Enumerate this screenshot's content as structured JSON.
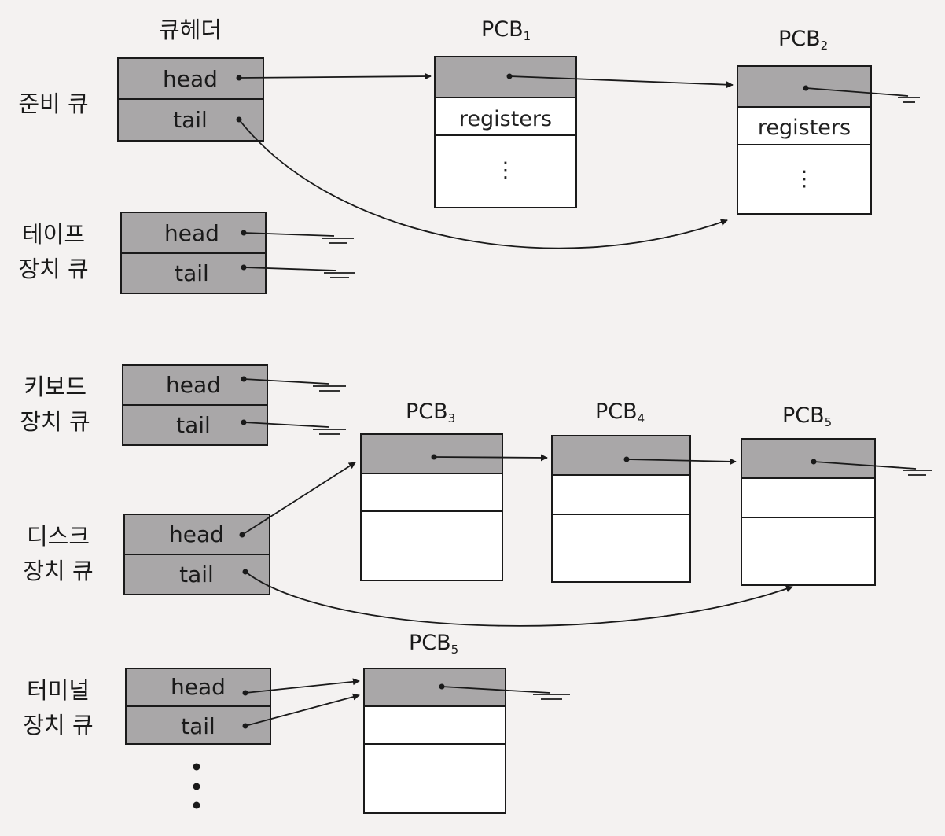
{
  "queue_header_title": "큐헤더",
  "queues": [
    {
      "id": "ready",
      "label_lines": [
        "준비 큐"
      ],
      "head": "head",
      "tail": "tail"
    },
    {
      "id": "tape",
      "label_lines": [
        "테이프",
        "장치 큐"
      ],
      "head": "head",
      "tail": "tail"
    },
    {
      "id": "keyboard",
      "label_lines": [
        "키보드",
        "장치 큐"
      ],
      "head": "head",
      "tail": "tail"
    },
    {
      "id": "disk",
      "label_lines": [
        "디스크",
        "장치 큐"
      ],
      "head": "head",
      "tail": "tail"
    },
    {
      "id": "terminal",
      "label_lines": [
        "터미널",
        "장치 큐"
      ],
      "head": "head",
      "tail": "tail"
    }
  ],
  "pcbs": [
    {
      "id": "pcb1",
      "name": "PCB",
      "sub": "1",
      "registers": "registers"
    },
    {
      "id": "pcb2",
      "name": "PCB",
      "sub": "2",
      "registers": "registers"
    },
    {
      "id": "pcb3",
      "name": "PCB",
      "sub": "3",
      "registers": ""
    },
    {
      "id": "pcb4",
      "name": "PCB",
      "sub": "4",
      "registers": ""
    },
    {
      "id": "pcb5a",
      "name": "PCB",
      "sub": "5",
      "registers": ""
    },
    {
      "id": "pcb5b",
      "name": "PCB",
      "sub": "5",
      "registers": ""
    }
  ],
  "ellipsis": "⋮",
  "colors": {
    "cell_fill": "#a9a7a8",
    "line": "#1a1a1a",
    "box_fill": "#ffffff",
    "background": "#f4f2f1"
  }
}
